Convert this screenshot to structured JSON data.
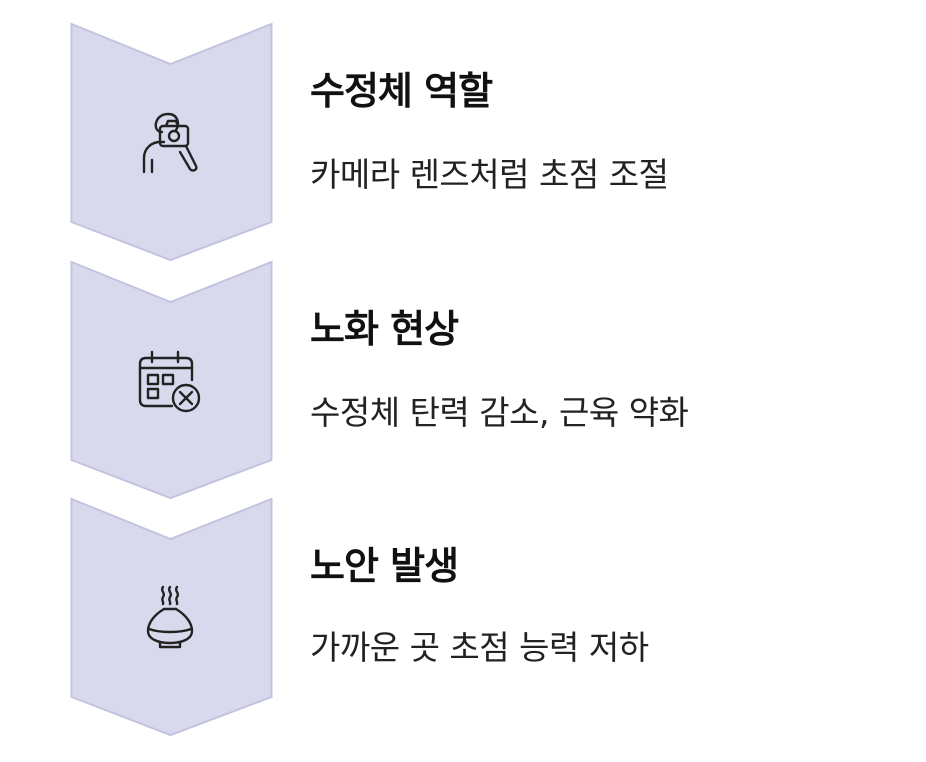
{
  "theme": {
    "chevron_fill": "#d9d9ee",
    "chevron_stroke": "#c3c3e0",
    "icon_color": "#222222"
  },
  "steps": [
    {
      "title": "수정체 역할",
      "description": "카메라 렌즈처럼 초점 조절",
      "icon": "person-camera-icon"
    },
    {
      "title": "노화 현상",
      "description": "수정체 탄력 감소, 근육 약화",
      "icon": "calendar-cancel-icon"
    },
    {
      "title": "노안 발생",
      "description": "가까운 곳 초점 능력 저하",
      "icon": "steaming-diffuser-icon"
    }
  ]
}
